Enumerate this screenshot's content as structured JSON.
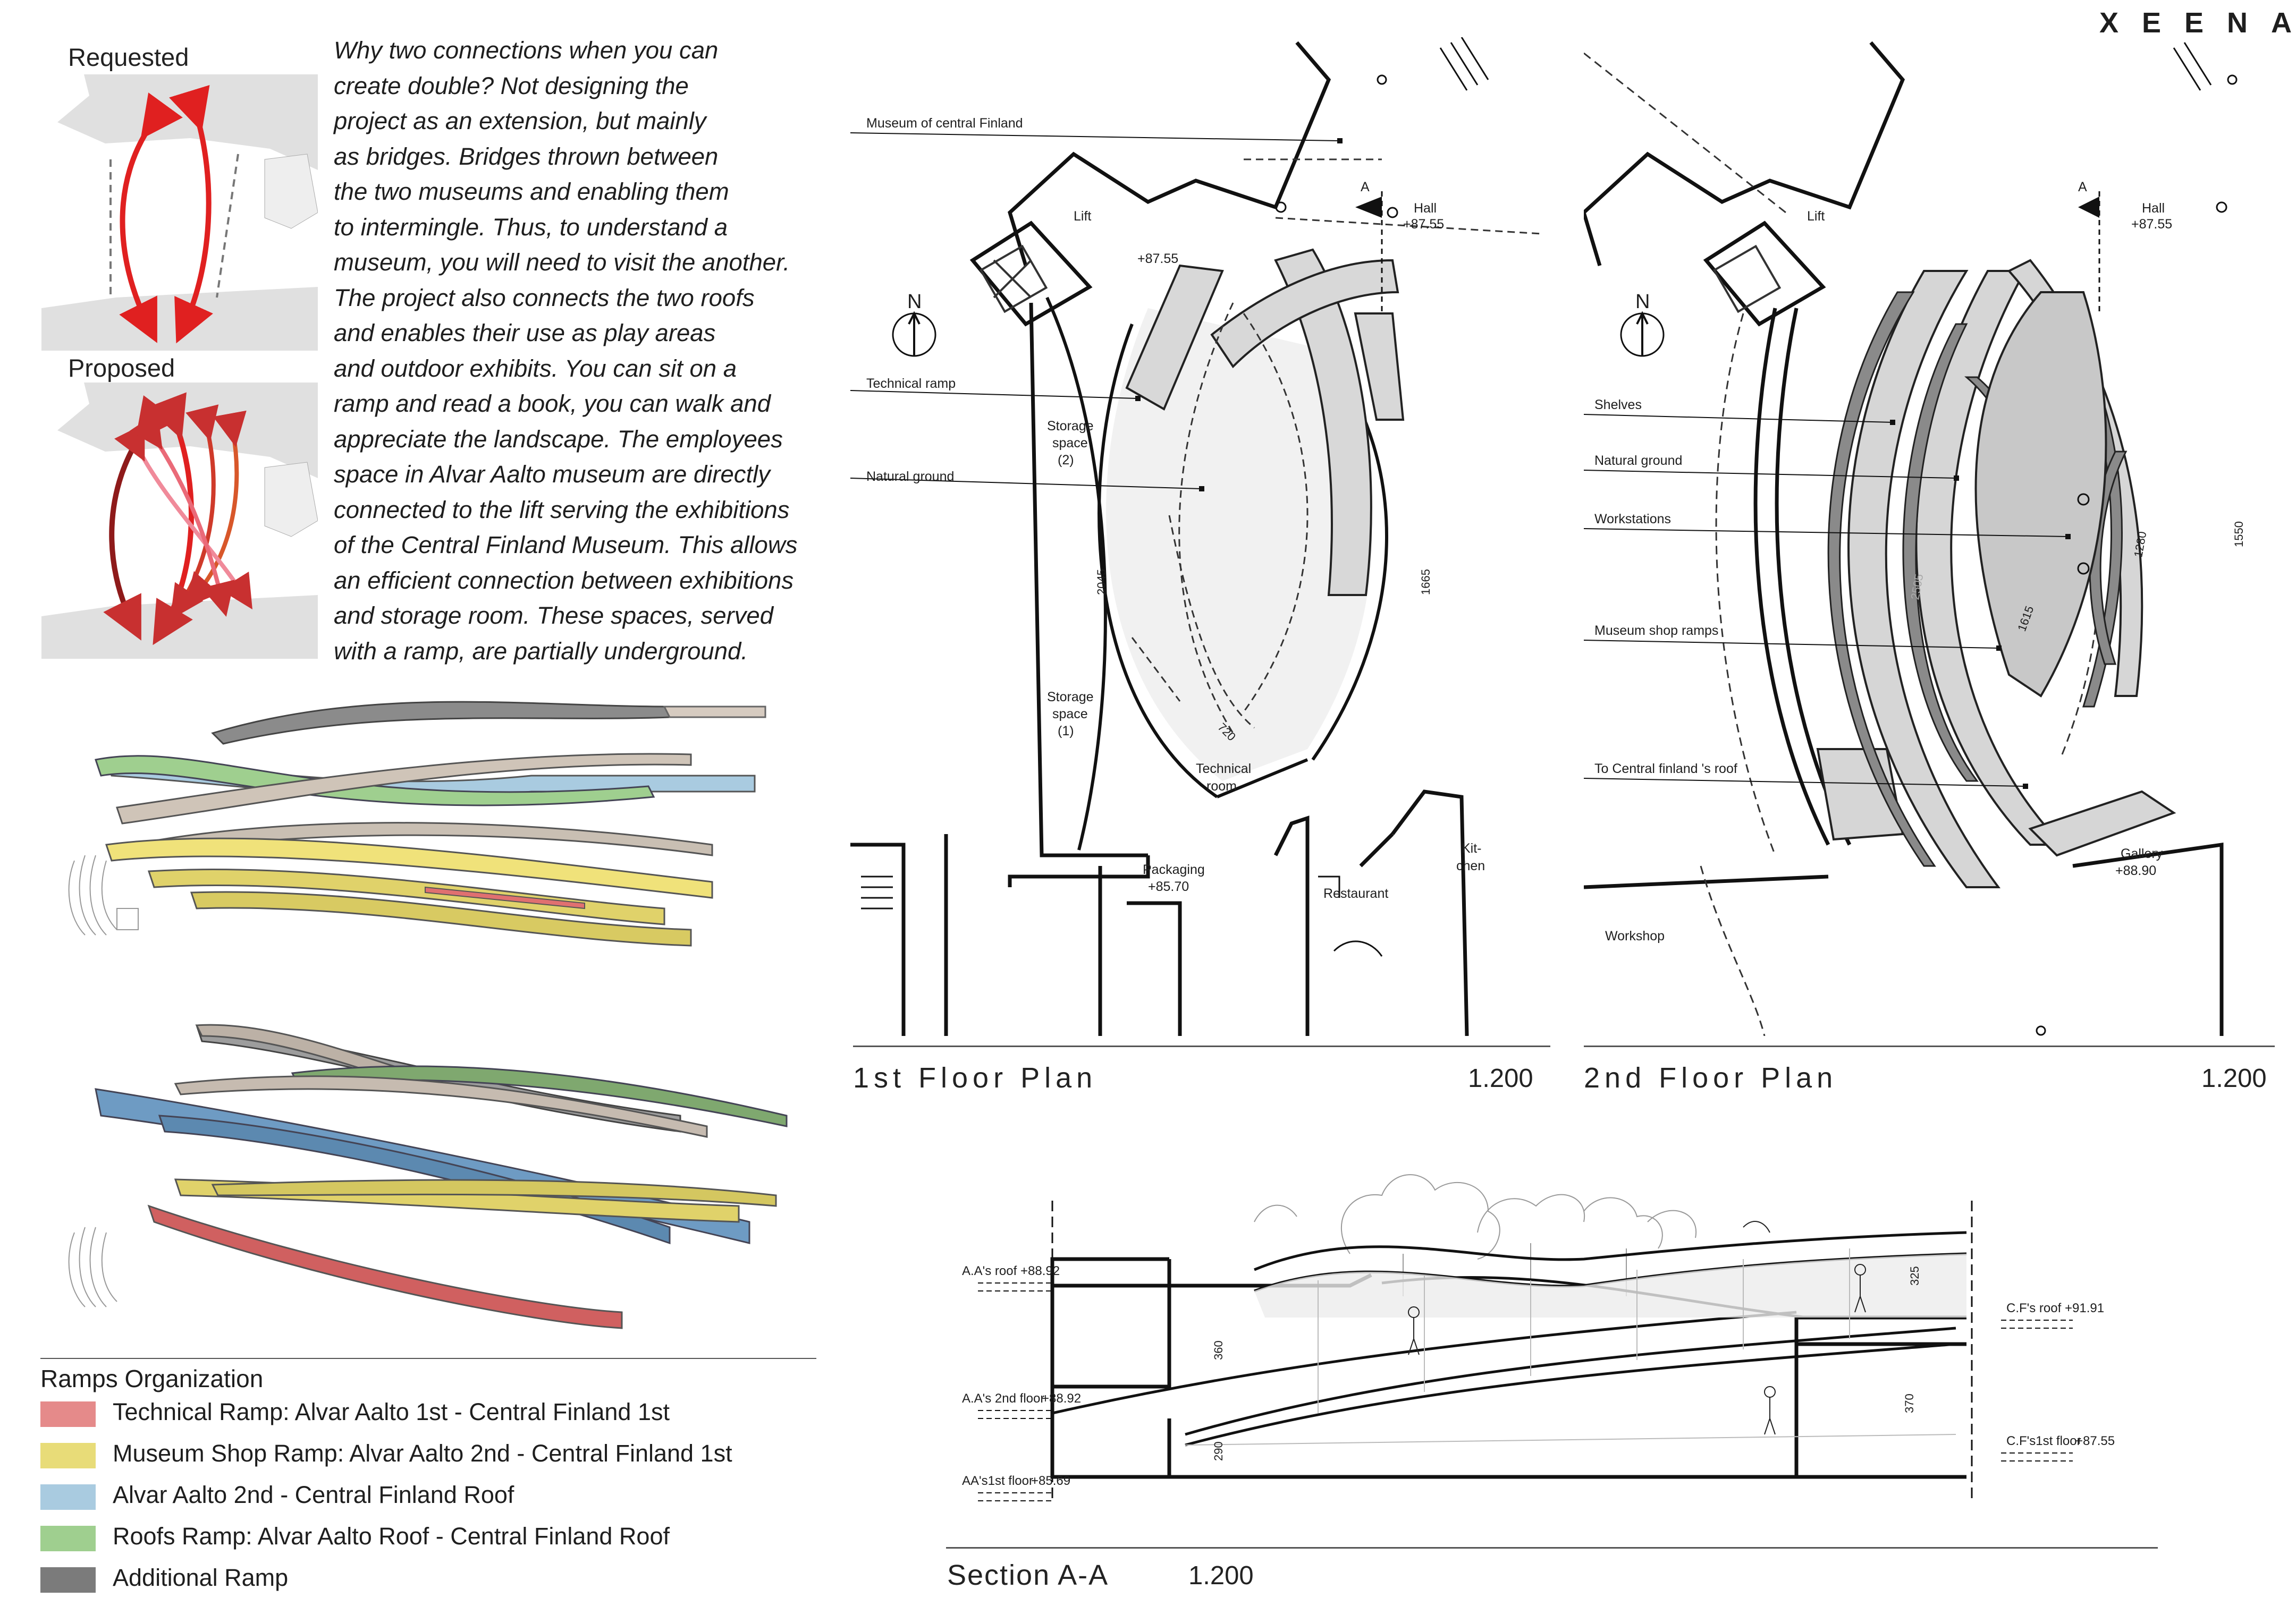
{
  "brand": "XEENA",
  "diagrams": {
    "requested_label": "Requested",
    "proposed_label": "Proposed"
  },
  "essay_lines": [
    "Why two connections when you can",
    "create double? Not designing the",
    "project as an extension, but mainly",
    "as bridges. Bridges thrown between",
    "the two museums and enabling them",
    "to intermingle. Thus, to understand a",
    "museum, you will need to visit the another.",
    "The project also connects the two roofs",
    "and enables their use as play areas",
    "and outdoor exhibits. You can sit on a",
    "ramp and read a book, you can walk and",
    "appreciate the landscape. The employees",
    "space in Alvar Aalto museum are directly",
    "connected to the lift serving the exhibitions",
    "of the Central Finland Museum. This allows",
    "an efficient connection between exhibitions",
    "and storage room. These spaces, served",
    "with a ramp, are partially underground."
  ],
  "legend": {
    "title": "Ramps Organization",
    "items": [
      {
        "label": "Technical Ramp: Alvar Aalto 1st - Central Finland 1st",
        "color": "#e58a8a"
      },
      {
        "label": "Museum Shop Ramp: Alvar Aalto 2nd - Central Finland 1st",
        "color": "#e8dc78"
      },
      {
        "label": "Alvar Aalto 2nd - Central Finland Roof",
        "color": "#a9cbe0"
      },
      {
        "label": "Roofs Ramp: Alvar Aalto Roof - Central Finland Roof",
        "color": "#9fcf8f"
      },
      {
        "label": "Additional Ramp",
        "color": "#7b7b7b"
      }
    ]
  },
  "plan1": {
    "title": "1st   Floor   Plan",
    "scale": "1.200",
    "labels": {
      "museum": "Museum of central Finland",
      "lift": "Lift",
      "north": "N",
      "section_marker": "A",
      "hall": "Hall",
      "hall_level": "+87.55",
      "level_8755": "+87.55",
      "technical_ramp": "Technical ramp",
      "storage2_a": "Storage",
      "storage2_b": "space",
      "storage2_c": "(2)",
      "natural_ground": "Natural ground",
      "storage1_a": "Storage",
      "storage1_b": "space",
      "storage1_c": "(1)",
      "dim_2045": "2045",
      "dim_1665": "1665",
      "dim_720": "720",
      "technical_room_a": "Technical",
      "technical_room_b": "room",
      "kitchen_a": "Kit-",
      "kitchen_b": "chen",
      "packaging": "Packaging",
      "packaging_level": "+85.70",
      "restaurant": "Restaurant"
    }
  },
  "plan2": {
    "title": "2nd   Floor   Plan",
    "scale": "1.200",
    "labels": {
      "lift": "Lift",
      "north": "N",
      "section_marker": "A",
      "hall": "Hall",
      "hall_level": "+87.55",
      "shelves": "Shelves",
      "natural_ground": "Natural ground",
      "workstations": "Workstations",
      "museum_shop_ramps": "Museum shop ramps",
      "to_cf_roof": "To Central finland 's roof",
      "gallery": "Gallery",
      "gallery_level": "+88.90",
      "workshop": "Workshop",
      "dim_1550": "1550",
      "dim_1280": "1280",
      "dim_2505": "2505",
      "dim_1615": "1615"
    }
  },
  "section": {
    "title": "Section A-A",
    "scale": "1.200",
    "labels": {
      "aa_roof": "A.A's roof",
      "aa_roof_level": "+88.92",
      "aa_2nd": "A.A's 2nd floor",
      "aa_2nd_level": "+88.92",
      "aa_1st": "AA's1st floor",
      "aa_1st_level": "+85.69",
      "cf_roof": "C.F's roof",
      "cf_roof_level": "+91.91",
      "cf_1st": "C.F's1st floor",
      "cf_1st_level": "+87.55",
      "dim_325": "325",
      "dim_360": "360",
      "dim_370": "370",
      "dim_290": "290"
    }
  }
}
